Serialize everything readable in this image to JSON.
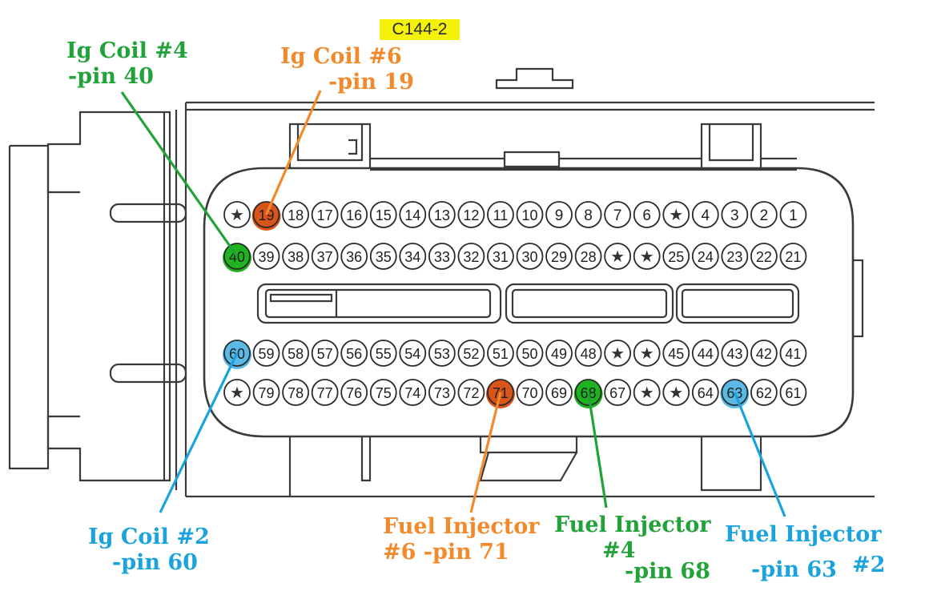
{
  "connector": {
    "label": "C144-2",
    "highlight_color": "#f4f20a"
  },
  "pins": {
    "row1": [
      "*",
      "19",
      "18",
      "17",
      "16",
      "15",
      "14",
      "13",
      "12",
      "11",
      "10",
      "9",
      "8",
      "7",
      "6",
      "*",
      "4",
      "3",
      "2",
      "1"
    ],
    "row2": [
      "40",
      "39",
      "38",
      "37",
      "36",
      "35",
      "34",
      "33",
      "32",
      "31",
      "30",
      "29",
      "28",
      "*",
      "*",
      "25",
      "24",
      "23",
      "22",
      "21"
    ],
    "row3": [
      "60",
      "59",
      "58",
      "57",
      "56",
      "55",
      "54",
      "53",
      "52",
      "51",
      "50",
      "49",
      "48",
      "*",
      "*",
      "45",
      "44",
      "43",
      "42",
      "41"
    ],
    "row4": [
      "*",
      "79",
      "78",
      "77",
      "76",
      "75",
      "74",
      "73",
      "72",
      "71",
      "70",
      "69",
      "68",
      "67",
      "*",
      "*",
      "64",
      "63",
      "62",
      "61"
    ]
  },
  "colors": {
    "green": "#22a33a",
    "orange": "#f28a2c",
    "blue": "#1aa3dd",
    "pin_orange_fill": "#d9541a",
    "pin_green_fill": "#1fb31f",
    "pin_blue_fill": "#5bb9e6"
  },
  "highlighted_pins": [
    {
      "pin": "19",
      "color": "orange"
    },
    {
      "pin": "40",
      "color": "green"
    },
    {
      "pin": "60",
      "color": "blue"
    },
    {
      "pin": "71",
      "color": "orange"
    },
    {
      "pin": "68",
      "color": "green"
    },
    {
      "pin": "63",
      "color": "blue"
    }
  ],
  "callouts": {
    "ig_coil_4": {
      "line1": "Ig Coil #4",
      "line2": "-pin 40",
      "color": "green"
    },
    "ig_coil_6": {
      "line1": "Ig Coil #6",
      "line2": "-pin 19",
      "color": "orange"
    },
    "ig_coil_2": {
      "line1": "Ig Coil #2",
      "line2": "-pin 60",
      "color": "blue"
    },
    "fuel_injector_6": {
      "line1": "Fuel Injector",
      "line2": "#6 -pin 71",
      "color": "orange"
    },
    "fuel_injector_4": {
      "line1": "Fuel Injector",
      "line2": "#4",
      "line3": "-pin 68",
      "color": "green"
    },
    "fuel_injector_2": {
      "line1": "Fuel Injector",
      "line2": "-pin 63",
      "line3": "#2",
      "color": "blue"
    }
  }
}
